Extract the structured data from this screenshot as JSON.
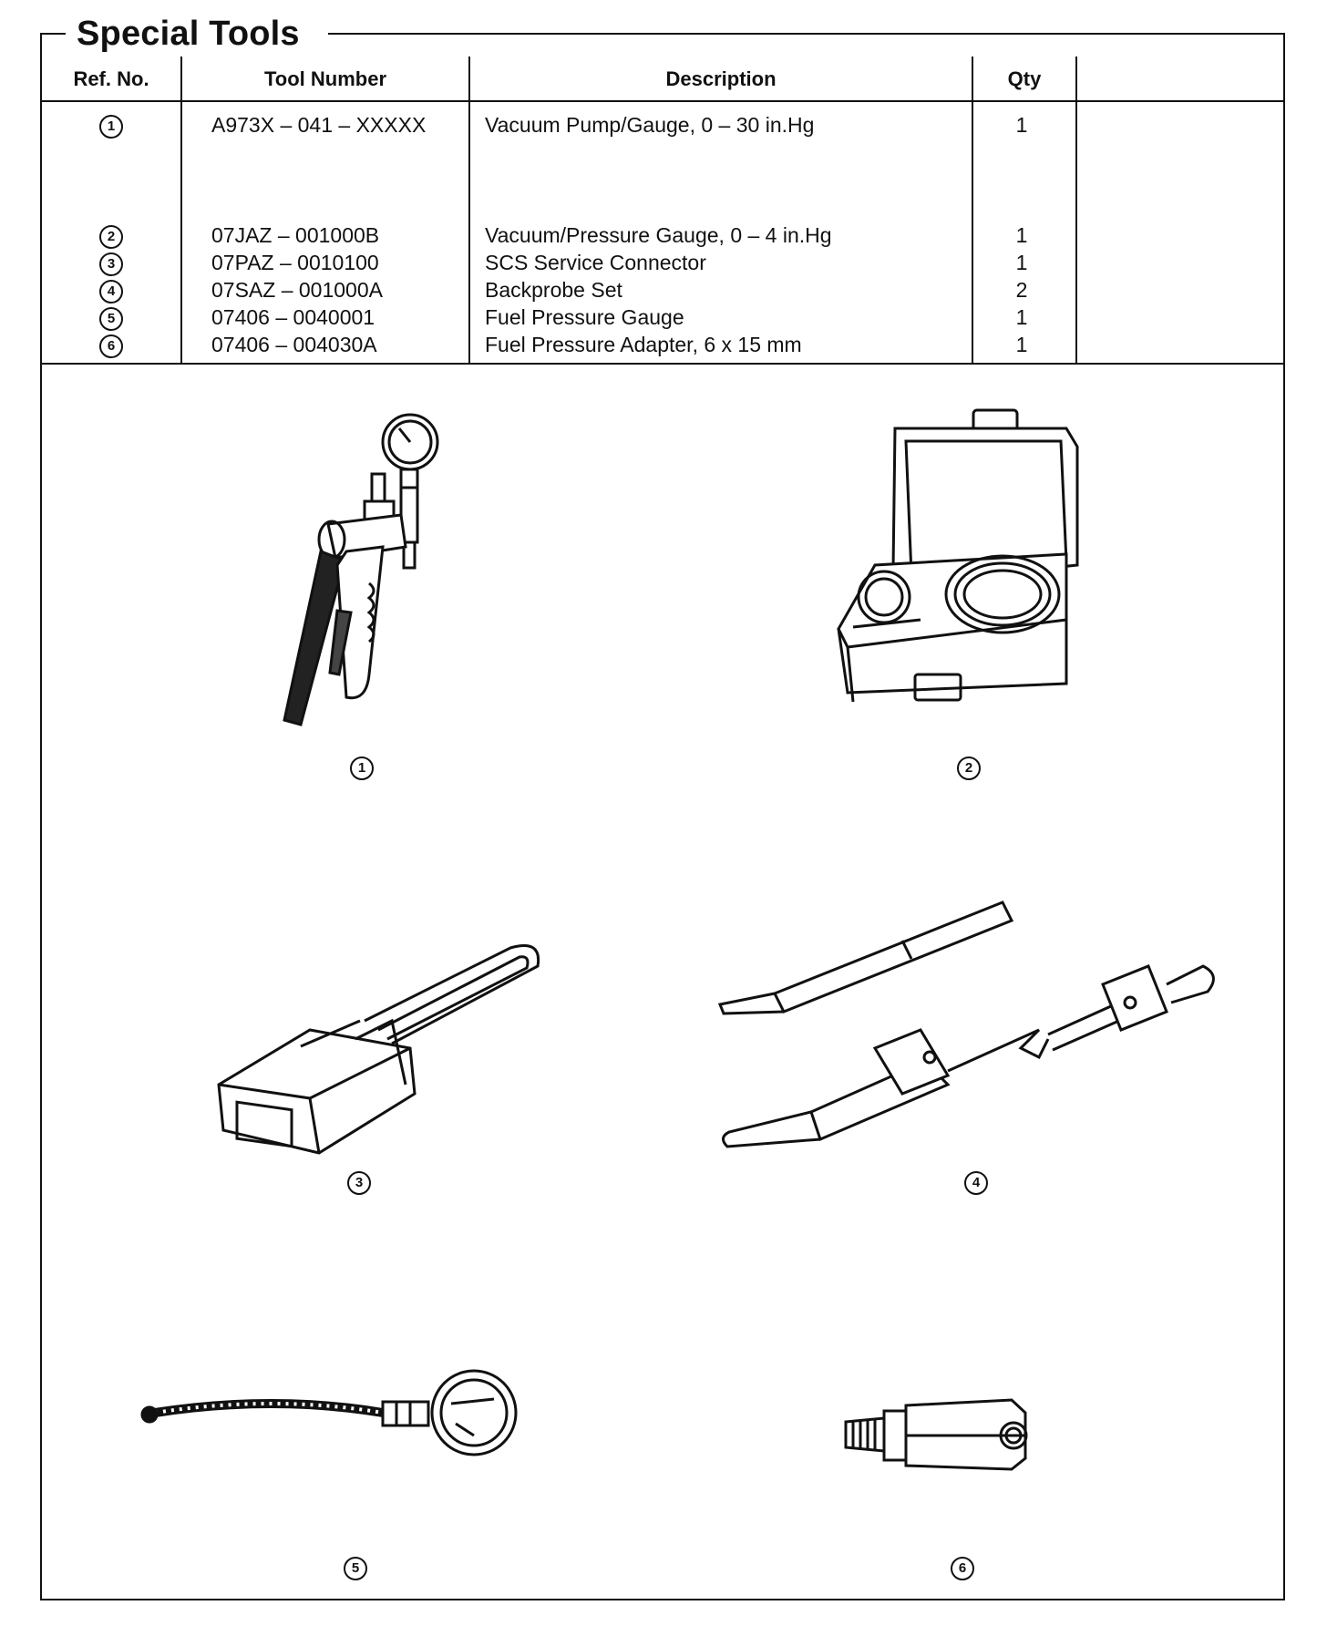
{
  "title": "Special Tools",
  "columns": {
    "ref": "Ref. No.",
    "tool": "Tool Number",
    "description": "Description",
    "qty": "Qty"
  },
  "rows": [
    {
      "ref": "1",
      "tool": "A973X – 041 – XXXXX",
      "description": "Vacuum Pump/Gauge, 0 – 30 in.Hg",
      "qty": "1"
    },
    {
      "ref": "2",
      "tool": "07JAZ – 001000B",
      "description": "Vacuum/Pressure Gauge, 0 – 4 in.Hg",
      "qty": "1"
    },
    {
      "ref": "3",
      "tool": "07PAZ – 0010100",
      "description": "SCS Service Connector",
      "qty": "1"
    },
    {
      "ref": "4",
      "tool": "07SAZ – 001000A",
      "description": "Backprobe Set",
      "qty": "2"
    },
    {
      "ref": "5",
      "tool": "07406 – 0040001",
      "description": "Fuel Pressure Gauge",
      "qty": "1"
    },
    {
      "ref": "6",
      "tool": "07406 – 004030A",
      "description": "Fuel Pressure Adapter, 6 x 15 mm",
      "qty": "1"
    }
  ],
  "figures": [
    {
      "ref": "1",
      "icon": "vacuum-pump-gauge-icon"
    },
    {
      "ref": "2",
      "icon": "pressure-gauge-case-icon"
    },
    {
      "ref": "3",
      "icon": "scs-connector-icon"
    },
    {
      "ref": "4",
      "icon": "backprobe-set-icon"
    },
    {
      "ref": "5",
      "icon": "fuel-pressure-gauge-icon"
    },
    {
      "ref": "6",
      "icon": "fuel-pressure-adapter-icon"
    }
  ]
}
